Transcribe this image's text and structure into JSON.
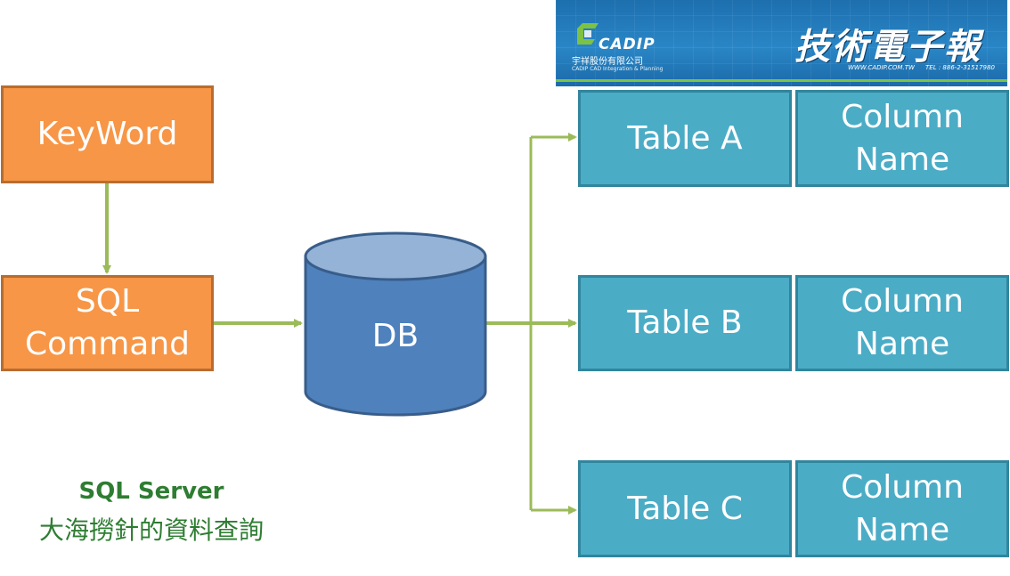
{
  "banner": {
    "logo_text": "CADIP",
    "company_name": "宇祥股份有限公司",
    "company_sub": "CADIP CAD Integration & Planning",
    "title": "技術電子報",
    "url": "WWW.CADIP.COM.TW",
    "tel": "TEL : 886-2-31517980"
  },
  "nodes": {
    "keyword": "KeyWord",
    "sql_line1": "SQL",
    "sql_line2": "Command",
    "db": "DB",
    "tables": [
      {
        "name": "Table A",
        "col_line1": "Column",
        "col_line2": "Name"
      },
      {
        "name": "Table B",
        "col_line1": "Column",
        "col_line2": "Name"
      },
      {
        "name": "Table C",
        "col_line1": "Column",
        "col_line2": "Name"
      }
    ]
  },
  "caption": {
    "line1": "SQL Server",
    "line2": "大海撈針的資料查詢"
  },
  "colors": {
    "orange": "#f79646",
    "teal": "#4bacc6",
    "db_blue": "#4f81bd",
    "arrow_green": "#9bbb59",
    "caption_green": "#2e7d32"
  }
}
